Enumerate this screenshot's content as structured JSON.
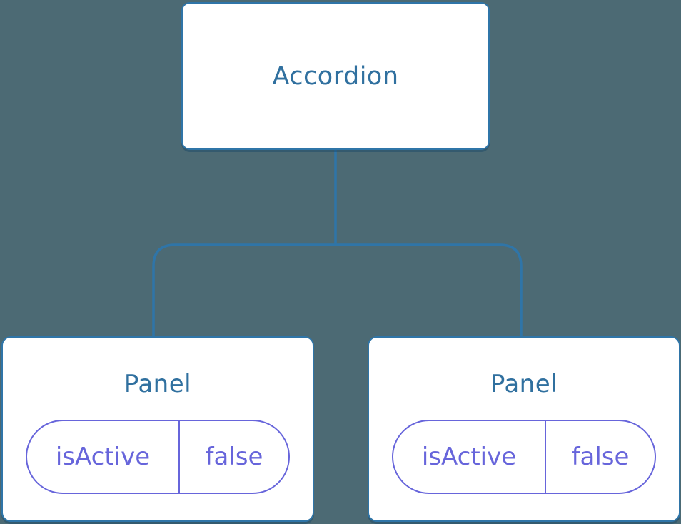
{
  "colors": {
    "background": "#4C6A74",
    "node_fill": "#FFFFFF",
    "node_border": "#2F75A8",
    "node_label": "#30709F",
    "connector": "#2F75A8",
    "state_pill": "#6765DB"
  },
  "tree": {
    "root": {
      "label": "Accordion"
    },
    "children": [
      {
        "label": "Panel",
        "state": {
          "key": "isActive",
          "value": "false"
        }
      },
      {
        "label": "Panel",
        "state": {
          "key": "isActive",
          "value": "false"
        }
      }
    ]
  }
}
